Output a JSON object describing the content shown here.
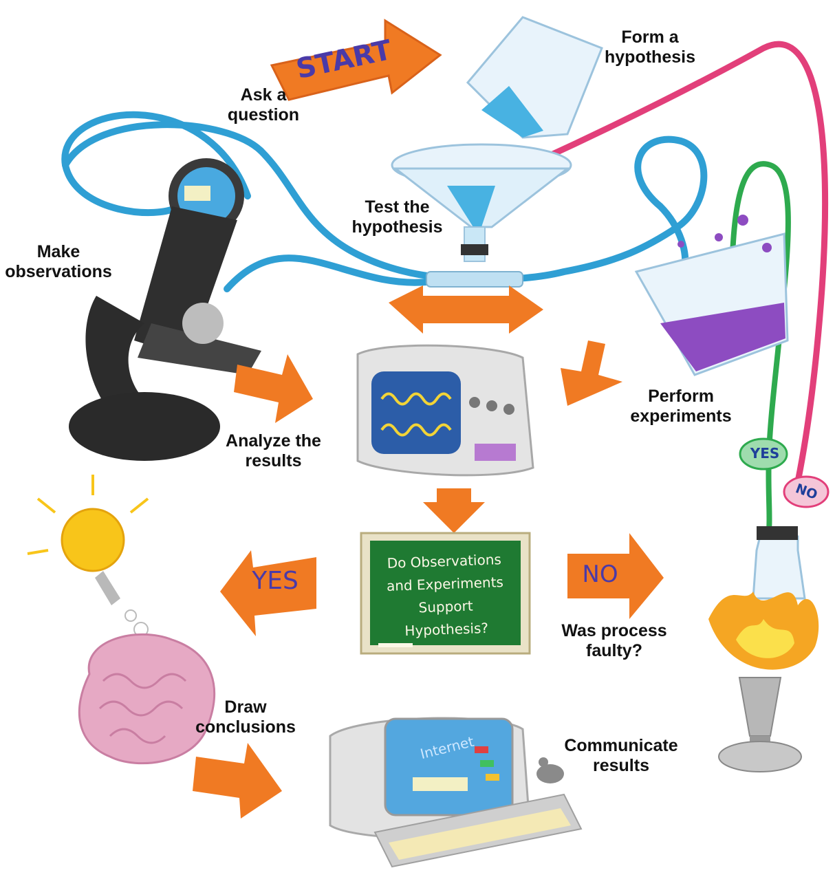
{
  "steps": {
    "start": "START",
    "ask_question": [
      "Ask a",
      "question"
    ],
    "form_hypothesis": [
      "Form a",
      "hypothesis"
    ],
    "test_hypothesis": [
      "Test the",
      "hypothesis"
    ],
    "make_observations": [
      "Make",
      "observations"
    ],
    "perform_experiments": [
      "Perform",
      "experiments"
    ],
    "analyze_results": [
      "Analyze the",
      "results"
    ],
    "was_process_faulty": [
      "Was process",
      "faulty?"
    ],
    "draw_conclusions": [
      "Draw",
      "conclusions"
    ],
    "communicate_results": [
      "Communicate",
      "results"
    ]
  },
  "decision": {
    "lines": [
      "Do Observations",
      "and Experiments",
      "Support",
      "Hypothesis?"
    ],
    "yes": "YES",
    "no": "NO"
  },
  "valves": {
    "yes": "YES",
    "no": "NO"
  },
  "computer_screen": "Internet",
  "colors": {
    "arrow": "#f07a23",
    "blue_tube": "#2f9fd4",
    "pink_tube": "#e23f7a",
    "green_tube": "#2eaa4e",
    "chalkboard": "#1f7a32",
    "label_text": "#111111",
    "arrow_text": "#4a3aa8"
  }
}
